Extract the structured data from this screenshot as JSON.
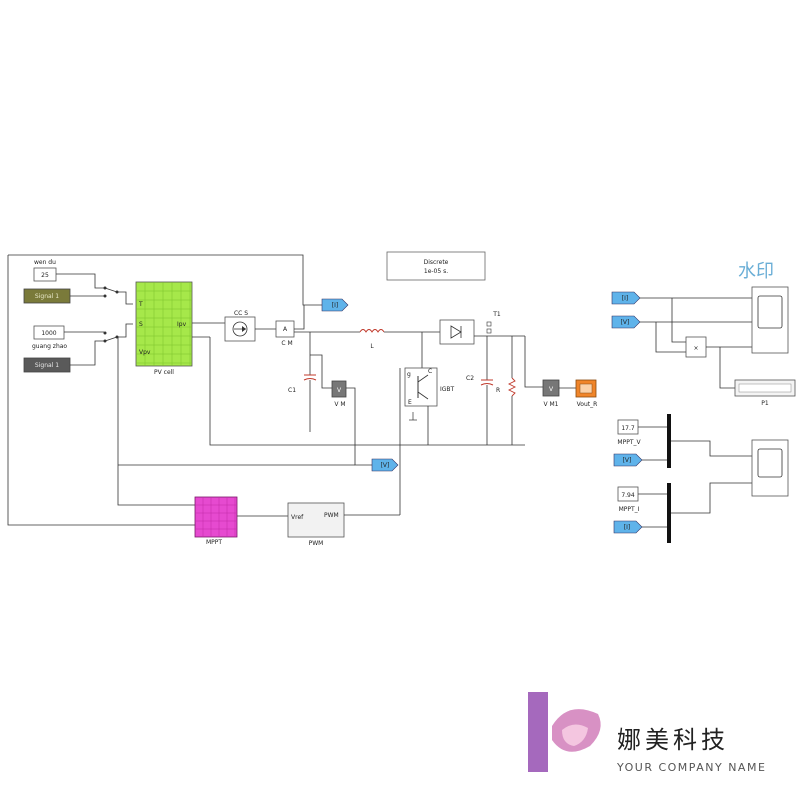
{
  "powergui": {
    "line1": "Discrete",
    "line2": "1e-05 s."
  },
  "blocks": {
    "wendu_label": "wen du",
    "wendu_value": "25",
    "guangzhao_label": "guang zhao",
    "guangzhao_value": "1000",
    "signal_a": "Signal 1",
    "signal_b": "Signal 1",
    "pv_label": "PV cell",
    "pv_port_t": "T",
    "pv_port_s": "S",
    "pv_port_vpv": "Vpv",
    "pv_port_ipv": "Ipv",
    "cs_label": "CC S",
    "cm_label": "C M",
    "inductor_label": "L",
    "c1_label": "C1",
    "vm_label": "V M",
    "igbt_label": "IGBT",
    "igbt_g": "g",
    "igbt_c": "C",
    "igbt_e": "E",
    "diode_label": "T1",
    "c2_label": "C2",
    "r_label": "R",
    "vm1_label": "V M1",
    "vout_label": "Vout_R",
    "mppt_label": "MPPT",
    "pwm_label": "PWM",
    "pwm_in": "Vref",
    "pwm_out": "PWM",
    "goto_i": "[I]",
    "goto_v": "[V]",
    "p1_label": "P1",
    "mppt_v_value": "17.7",
    "mppt_v_label": "MPPT_V",
    "mppt_i_value": "7.94",
    "mppt_i_label": "MPPT_I",
    "from_i1": "[I]",
    "from_v1": "[V]",
    "from_v2": "[V]",
    "from_i2": "[I]",
    "product": "×"
  },
  "watermark": {
    "text": "水印"
  },
  "logo": {
    "name": "娜美科技",
    "tagline": "YOUR COMPANY NAME"
  },
  "colors": {
    "pv": "#a6e84a",
    "mppt": "#e64ad0",
    "goto": "#5fb3ea",
    "vout": "#f0852a",
    "meter": "#777777",
    "signal": "#7a7a3a",
    "logo": "#9b59b6"
  }
}
